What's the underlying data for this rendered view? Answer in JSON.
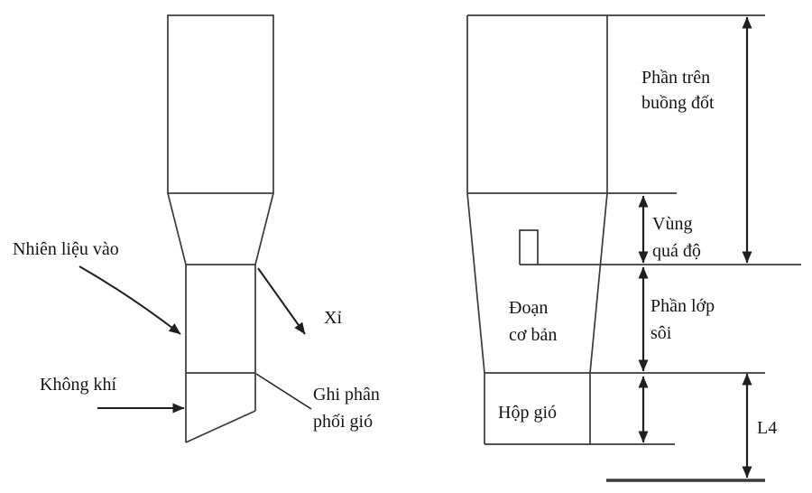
{
  "left_diagram": {
    "labels": {
      "fuel_in": "Nhiên liệu vào",
      "air": "Không khí",
      "slag": "Xỉ",
      "grate_line1": "Ghi phân",
      "grate_line2": "phối gió"
    }
  },
  "right_diagram": {
    "labels": {
      "upper_chamber_line1": "Phần trên",
      "upper_chamber_line2": "buồng đốt",
      "transition_zone_line1": "Vùng",
      "transition_zone_line2": "quá độ",
      "basic_section_line1": "Đoạn",
      "basic_section_line2": "cơ bản",
      "fluidized_bed_line1": "Phần lớp",
      "fluidized_bed_line2": "sôi",
      "wind_box": "Hộp gió",
      "dimension_l4": "L4"
    }
  },
  "colors": {
    "outline": "#3a3a3a",
    "arrow": "#1f1f1f",
    "text": "#141414",
    "background": "#ffffff"
  }
}
